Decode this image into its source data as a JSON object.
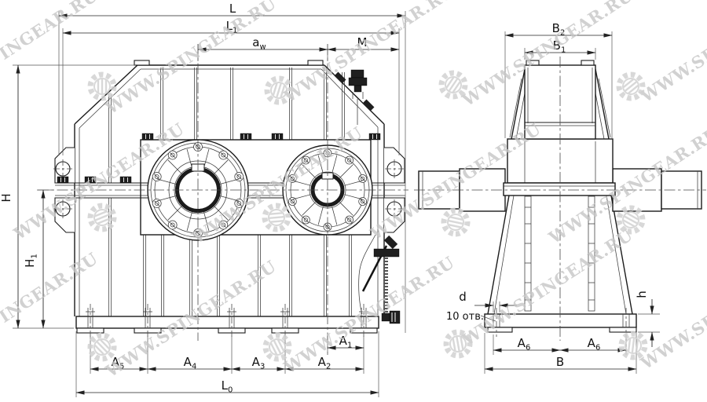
{
  "watermark": {
    "text": "WWW.SPINGEAR.RU"
  },
  "dims": {
    "L": {
      "b": "L",
      "s": ""
    },
    "L1": {
      "b": "L",
      "s": "1"
    },
    "aw": {
      "b": "a",
      "s": "w"
    },
    "M": {
      "b": "M",
      "s": ""
    },
    "H": {
      "b": "H",
      "s": ""
    },
    "H1": {
      "b": "H",
      "s": "1"
    },
    "A1": {
      "b": "A",
      "s": "1"
    },
    "A2": {
      "b": "A",
      "s": "2"
    },
    "A3": {
      "b": "A",
      "s": "3"
    },
    "A4": {
      "b": "A",
      "s": "4"
    },
    "A5": {
      "b": "A",
      "s": "5"
    },
    "A6": {
      "b": "A",
      "s": "6"
    },
    "L0": {
      "b": "L",
      "s": "0"
    },
    "B": {
      "b": "B",
      "s": ""
    },
    "B1": {
      "b": "B",
      "s": "1"
    },
    "B2": {
      "b": "B",
      "s": "2"
    },
    "d": {
      "b": "d",
      "s": ""
    },
    "h": {
      "b": "h",
      "s": ""
    },
    "holes": "10 отв."
  }
}
